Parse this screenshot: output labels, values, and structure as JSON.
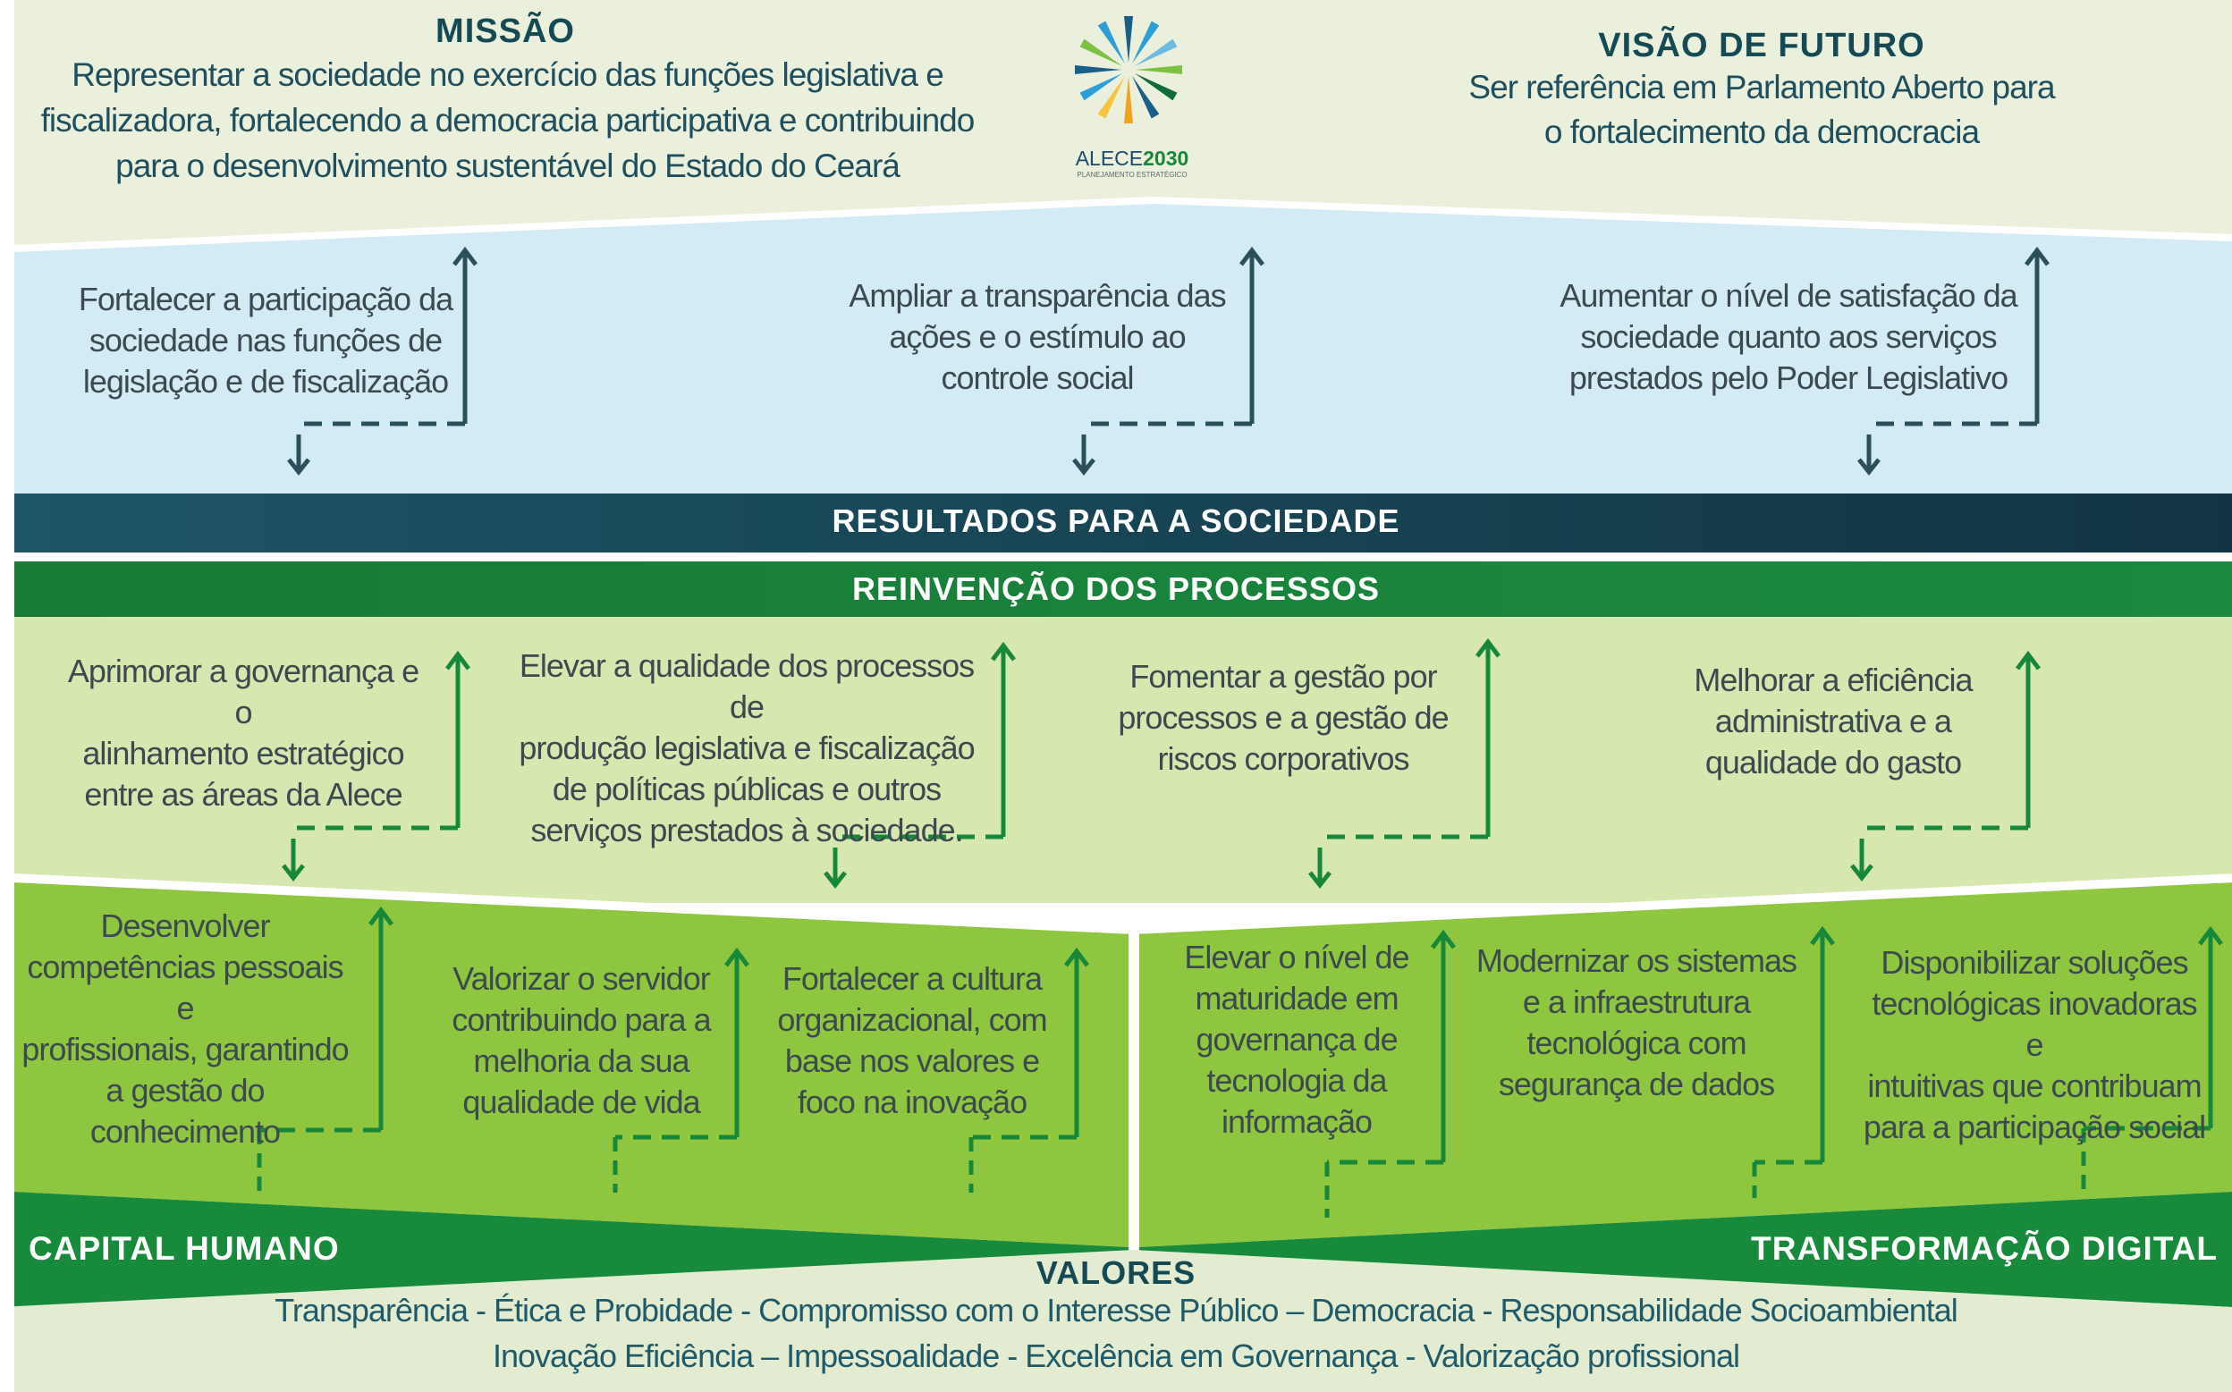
{
  "mission": {
    "title": "MISSÃO",
    "lines": [
      "Representar a sociedade no exercício das funções legislativa e",
      "fiscalizadora, fortalecendo a democracia participativa e contribuindo",
      "para o desenvolvimento sustentável do Estado do Ceará"
    ]
  },
  "logo": {
    "name": "ALECE",
    "year": "2030",
    "subtitle": "PLANEJAMENTO ESTRATÉGICO",
    "icon": "pinwheel-logo-icon",
    "colors": [
      "#1b5e8a",
      "#2e9fd6",
      "#f2a31b",
      "#7cc142",
      "#0f6b3a"
    ]
  },
  "vision": {
    "title": "VISÃO DE FUTURO",
    "lines": [
      "Ser referência em Parlamento Aberto para",
      "o fortalecimento da democracia"
    ]
  },
  "society_objectives": [
    [
      "Fortalecer a participação da",
      "sociedade nas funções de",
      "legislação e de fiscalização"
    ],
    [
      "Ampliar a transparência das",
      "ações e o estímulo ao",
      "controle social"
    ],
    [
      "Aumentar o nível de satisfação da",
      "sociedade quanto aos serviços",
      "prestados pelo Poder Legislativo"
    ]
  ],
  "bands": {
    "society": "RESULTADOS PARA A SOCIEDADE",
    "processes": "REINVENÇÃO DOS PROCESSOS",
    "human_capital": "CAPITAL HUMANO",
    "digital": "TRANSFORMAÇÃO DIGITAL"
  },
  "process_objectives": [
    [
      "Aprimorar a governança e o",
      "alinhamento estratégico",
      "entre as áreas da Alece"
    ],
    [
      "Elevar a qualidade dos processos de",
      "produção legislativa e fiscalização",
      "de políticas públicas e outros",
      "serviços prestados à sociedade."
    ],
    [
      "Fomentar a gestão por",
      "processos e a gestão de",
      "riscos corporativos"
    ],
    [
      "Melhorar a eficiência",
      "administrativa e a",
      "qualidade do gasto"
    ]
  ],
  "human_objectives": [
    [
      "Desenvolver",
      "competências pessoais e",
      "profissionais, garantindo",
      "a gestão do",
      "conhecimento"
    ],
    [
      "Valorizar o servidor",
      "contribuindo para a",
      "melhoria da sua",
      "qualidade de vida"
    ],
    [
      "Fortalecer a cultura",
      "organizacional, com",
      "base nos valores e",
      "foco na inovação"
    ]
  ],
  "digital_objectives": [
    [
      "Elevar o nível de",
      "maturidade em",
      "governança de",
      "tecnologia da",
      "informação"
    ],
    [
      "Modernizar os sistemas",
      "e a infraestrutura",
      "tecnológica com",
      "segurança de dados"
    ],
    [
      "Disponibilizar soluções",
      "tecnológicas inovadoras e",
      "intuitivas que contribuam",
      "para a participação social"
    ]
  ],
  "values": {
    "title": "VALORES",
    "lines": [
      "Transparência - Ética e Probidade - Compromisso com o Interesse Público – Democracia - Responsabilidade Socioambiental",
      "Inovação Eficiência – Impessoalidade - Excelência em Governança - Valorização profissional"
    ]
  },
  "colors": {
    "top_bg": "#eaf0dc",
    "society_bg": "#d3ebf4",
    "society_band": "#17475a",
    "process_band": "#1a7f3b",
    "process_bg": "#d6e7b0",
    "capital_bg": "#8ec63f",
    "dark_green": "#178a3c",
    "arrow_blue": "#2c4f5c",
    "arrow_green": "#17883a"
  }
}
